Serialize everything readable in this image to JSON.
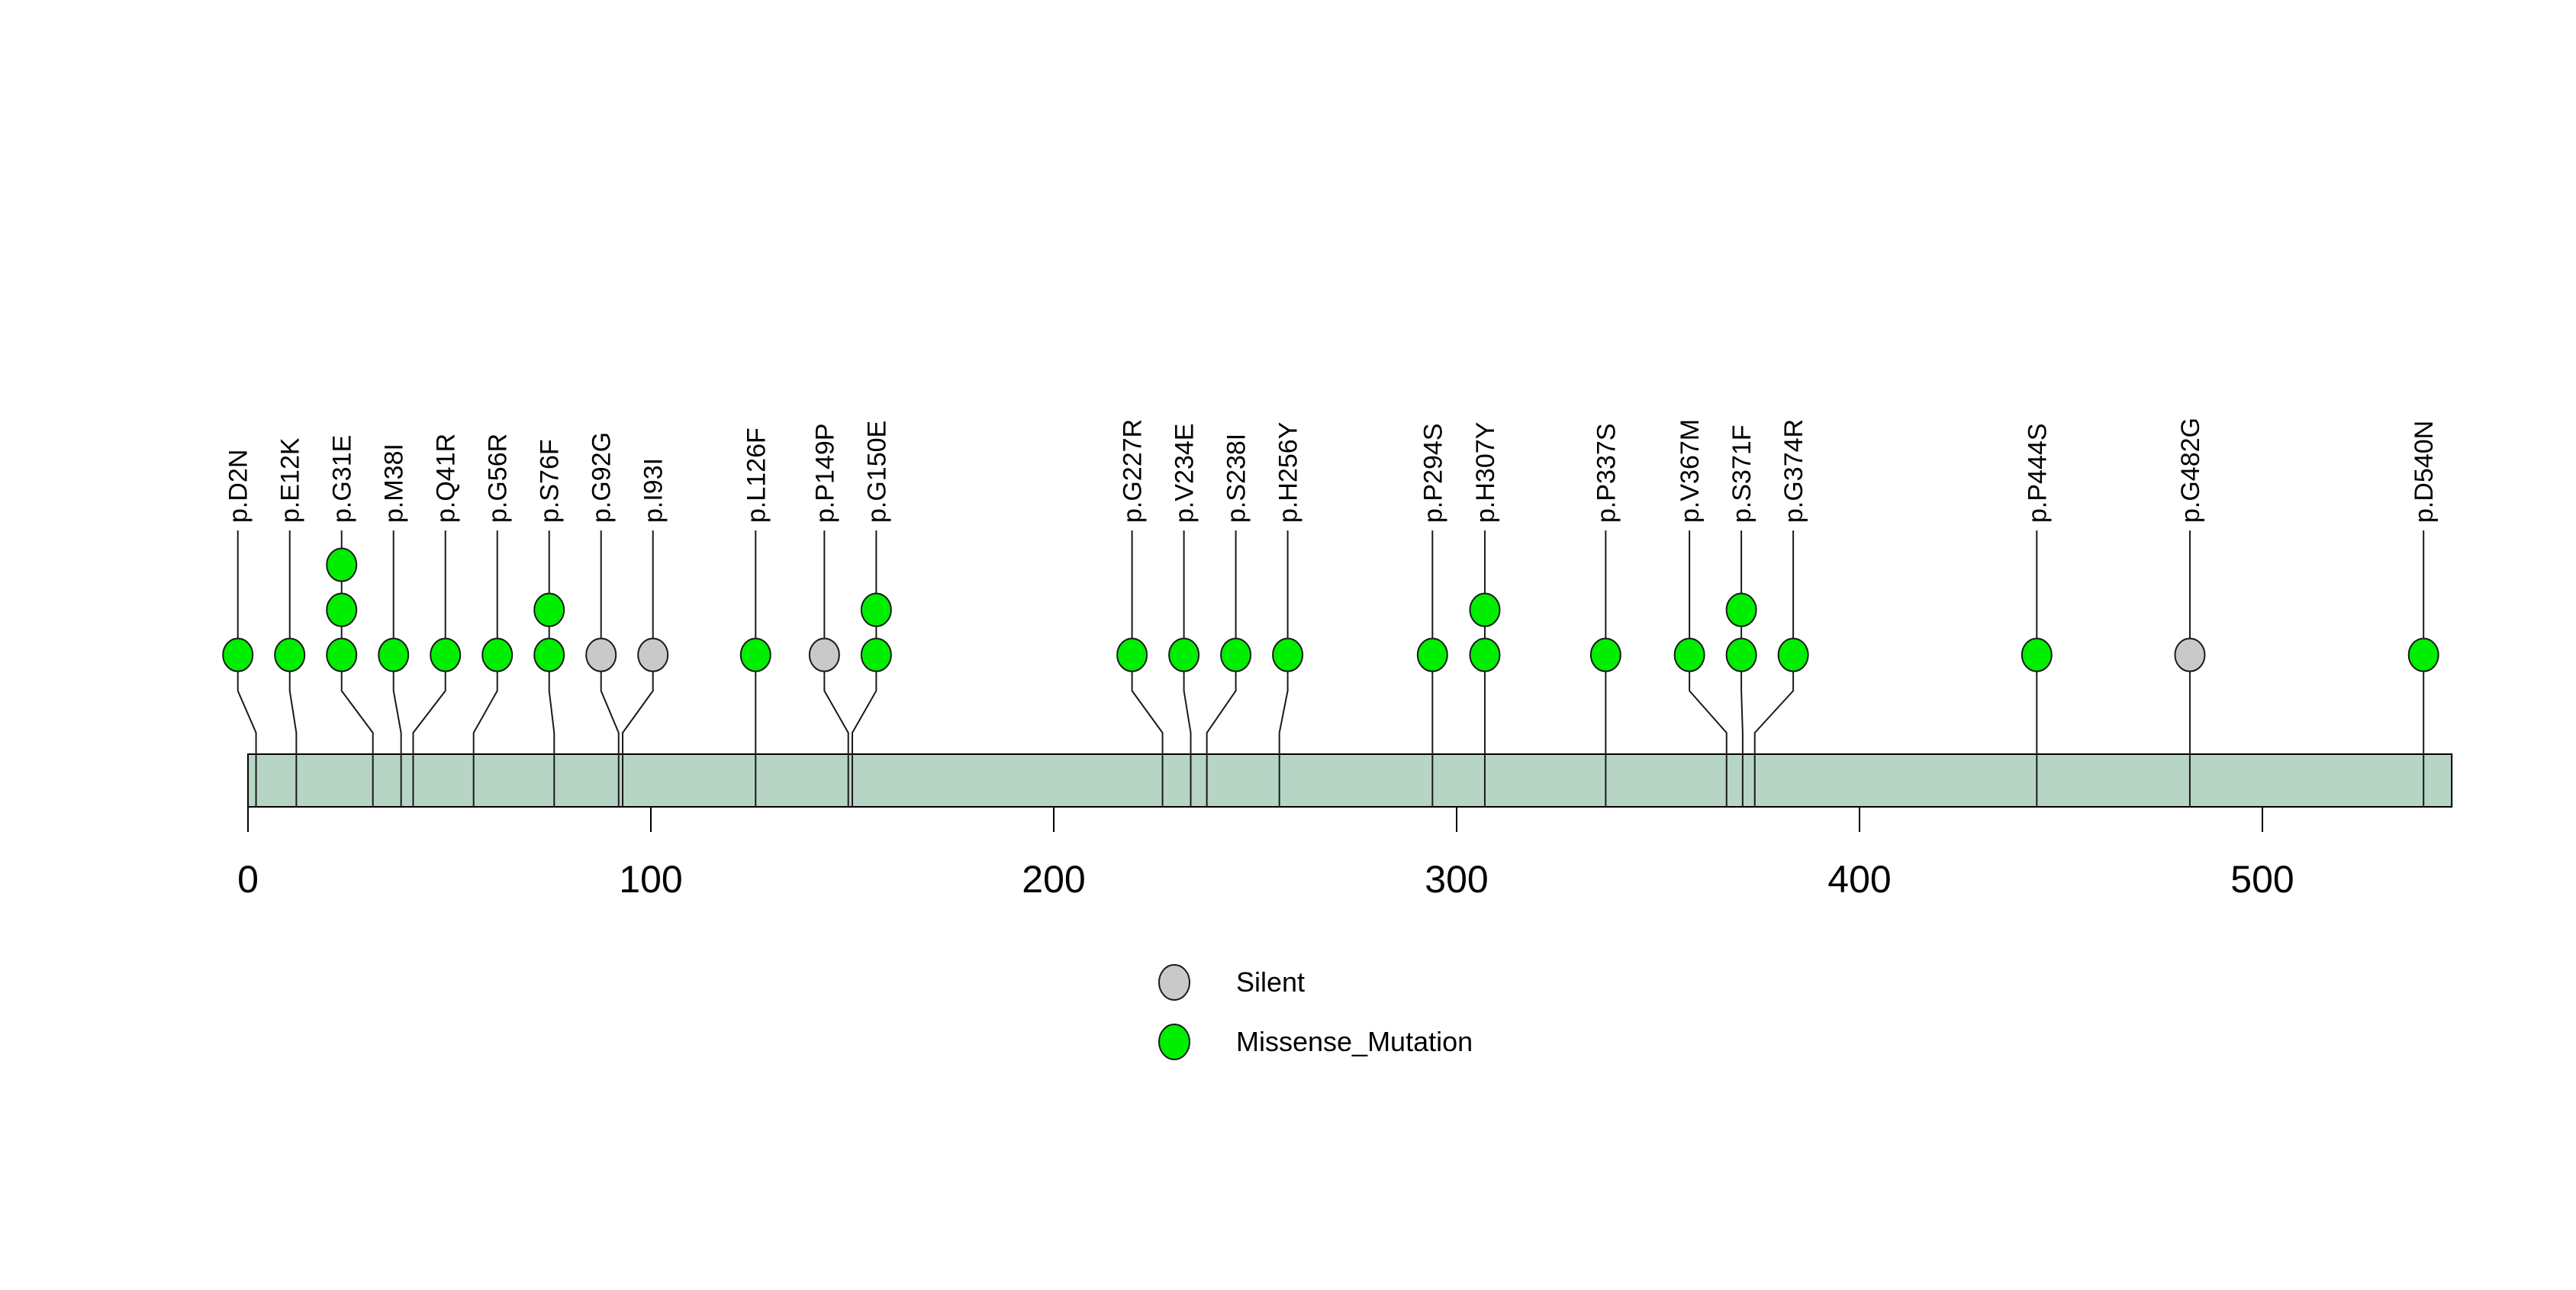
{
  "chart_data": {
    "type": "lollipop",
    "title": "",
    "protein_length": 547,
    "axis": {
      "ticks": [
        0,
        100,
        200,
        300,
        400,
        500
      ],
      "xlim": [
        0,
        547
      ]
    },
    "colors": {
      "missense": "#00EE00",
      "silent": "#C9C9C9",
      "domain_bar": "#B7D5C5",
      "bar_border": "#000000",
      "stem": "#1a1a1a"
    },
    "legend": [
      {
        "label": "Silent",
        "type": "silent",
        "color": "#C9C9C9"
      },
      {
        "label": "Missense_Mutation",
        "type": "missense",
        "color": "#00EE00"
      }
    ],
    "mutations": [
      {
        "label": "p.D2N",
        "pos": 2,
        "count": 1,
        "type": "missense"
      },
      {
        "label": "p.E12K",
        "pos": 12,
        "count": 1,
        "type": "missense"
      },
      {
        "label": "p.G31E",
        "pos": 31,
        "count": 3,
        "type": "missense"
      },
      {
        "label": "p.M38I",
        "pos": 38,
        "count": 1,
        "type": "missense"
      },
      {
        "label": "p.Q41R",
        "pos": 41,
        "count": 1,
        "type": "missense"
      },
      {
        "label": "p.G56R",
        "pos": 56,
        "count": 1,
        "type": "missense"
      },
      {
        "label": "p.S76F",
        "pos": 76,
        "count": 2,
        "type": "missense"
      },
      {
        "label": "p.G92G",
        "pos": 92,
        "count": 1,
        "type": "silent"
      },
      {
        "label": "p.I93I",
        "pos": 93,
        "count": 1,
        "type": "silent"
      },
      {
        "label": "p.L126F",
        "pos": 126,
        "count": 1,
        "type": "missense"
      },
      {
        "label": "p.P149P",
        "pos": 149,
        "count": 1,
        "type": "silent"
      },
      {
        "label": "p.G150E",
        "pos": 150,
        "count": 2,
        "type": "missense"
      },
      {
        "label": "p.G227R",
        "pos": 227,
        "count": 1,
        "type": "missense"
      },
      {
        "label": "p.V234E",
        "pos": 234,
        "count": 1,
        "type": "missense"
      },
      {
        "label": "p.S238I",
        "pos": 238,
        "count": 1,
        "type": "missense"
      },
      {
        "label": "p.H256Y",
        "pos": 256,
        "count": 1,
        "type": "missense"
      },
      {
        "label": "p.P294S",
        "pos": 294,
        "count": 1,
        "type": "missense"
      },
      {
        "label": "p.H307Y",
        "pos": 307,
        "count": 2,
        "type": "missense"
      },
      {
        "label": "p.P337S",
        "pos": 337,
        "count": 1,
        "type": "missense"
      },
      {
        "label": "p.V367M",
        "pos": 367,
        "count": 1,
        "type": "missense"
      },
      {
        "label": "p.S371F",
        "pos": 371,
        "count": 2,
        "type": "missense"
      },
      {
        "label": "p.G374R",
        "pos": 374,
        "count": 1,
        "type": "missense"
      },
      {
        "label": "p.P444S",
        "pos": 444,
        "count": 1,
        "type": "missense"
      },
      {
        "label": "p.G482G",
        "pos": 482,
        "count": 1,
        "type": "silent"
      },
      {
        "label": "p.D540N",
        "pos": 540,
        "count": 1,
        "type": "missense"
      }
    ],
    "layout_hints": {
      "legend_position": "bottom-center",
      "grid": false,
      "label_rotation": 90
    }
  }
}
